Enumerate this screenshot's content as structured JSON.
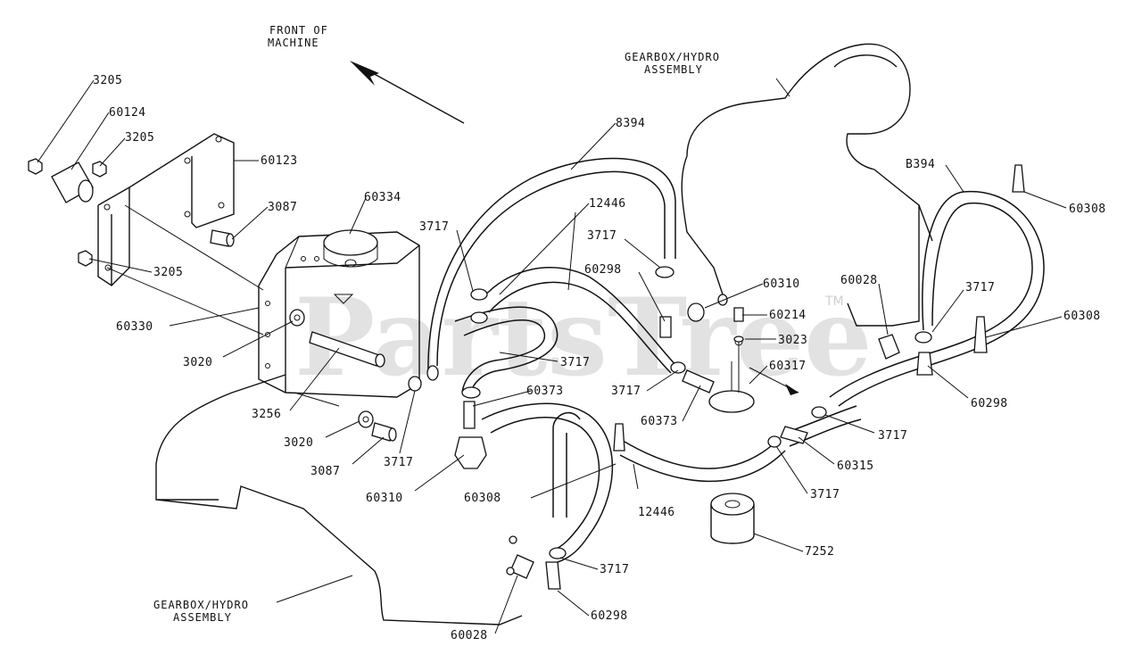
{
  "watermark": {
    "brand": "PartsTree",
    "trademark": "TM"
  },
  "annotations": {
    "front_of_machine_line1": "FRONT OF",
    "front_of_machine_line2": "MACHINE",
    "gearbox_top_line1": "GEARBOX/HYDRO",
    "gearbox_top_line2": "ASSEMBLY",
    "gearbox_bottom_line1": "GEARBOX/HYDRO",
    "gearbox_bottom_line2": "ASSEMBLY"
  },
  "callouts": [
    "3205",
    "60124",
    "3205",
    "60123",
    "3087",
    "3205",
    "60334",
    "60330",
    "3020",
    "3256",
    "3020",
    "3087",
    "3717",
    "60310",
    "3717",
    "12446",
    "3717",
    "60298",
    "8394",
    "3717",
    "60373",
    "3717",
    "60373",
    "60308",
    "12446",
    "60310",
    "60214",
    "3023",
    "60317",
    "60028",
    "3717",
    "B394",
    "60308",
    "60308",
    "60298",
    "3717",
    "60315",
    "3717",
    "7252",
    "3717",
    "60298",
    "60028"
  ]
}
